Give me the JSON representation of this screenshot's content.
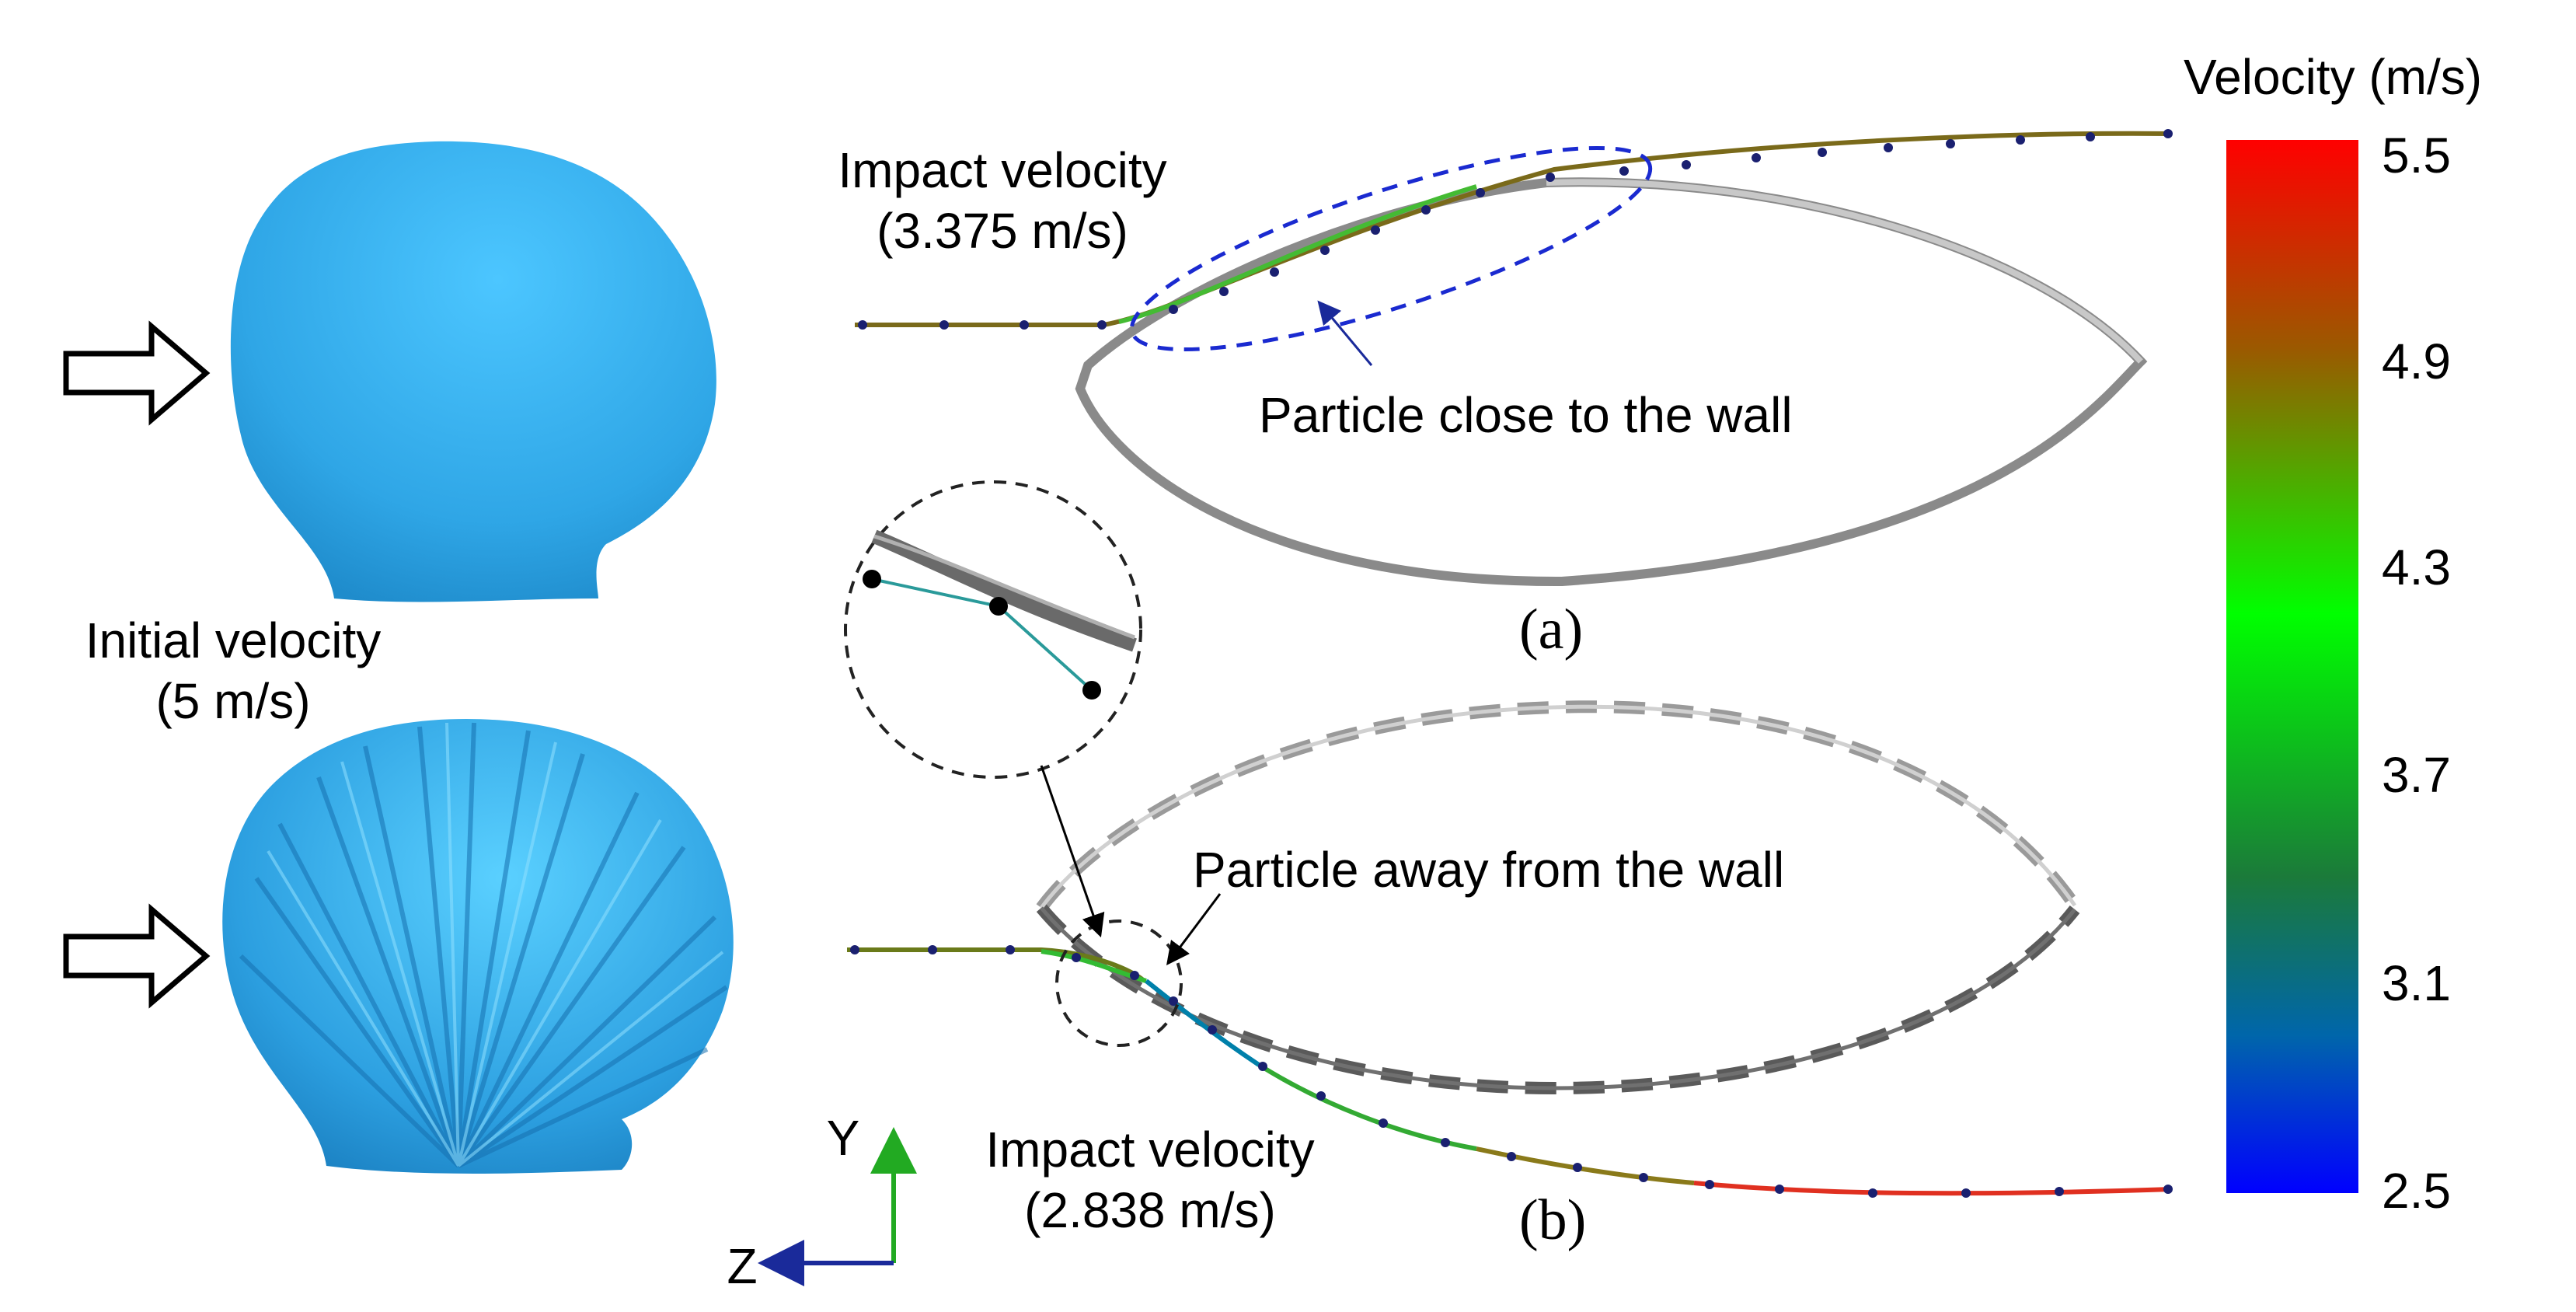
{
  "labels": {
    "initial_velocity_line1": "Initial velocity",
    "initial_velocity_line2": "(5 m/s)",
    "impact_a_line1": "Impact velocity",
    "impact_a_line2": "(3.375 m/s)",
    "impact_b_line1": "Impact velocity",
    "impact_b_line2": "(2.838 m/s)",
    "particle_close": "Particle close to the wall",
    "particle_away": "Particle away from the wall",
    "caption_a": "(a)",
    "caption_b": "(b)",
    "axis_y": "Y",
    "axis_z": "Z"
  },
  "colorbar": {
    "title": "Velocity (m/s)",
    "ticks": [
      "5.5",
      "4.9",
      "4.3",
      "3.7",
      "3.1",
      "2.5"
    ],
    "colors": [
      "#ff0000",
      "#00ff00",
      "#0000ff"
    ]
  },
  "colors": {
    "shell": "#35a8e8",
    "marker_line": "#2244cc",
    "axis_y": "#22aa22",
    "axis_z": "#1a2a9a",
    "wall": "#6a6a6a"
  },
  "icons": [
    "arrow-right-icon",
    "arrow-right-icon"
  ]
}
